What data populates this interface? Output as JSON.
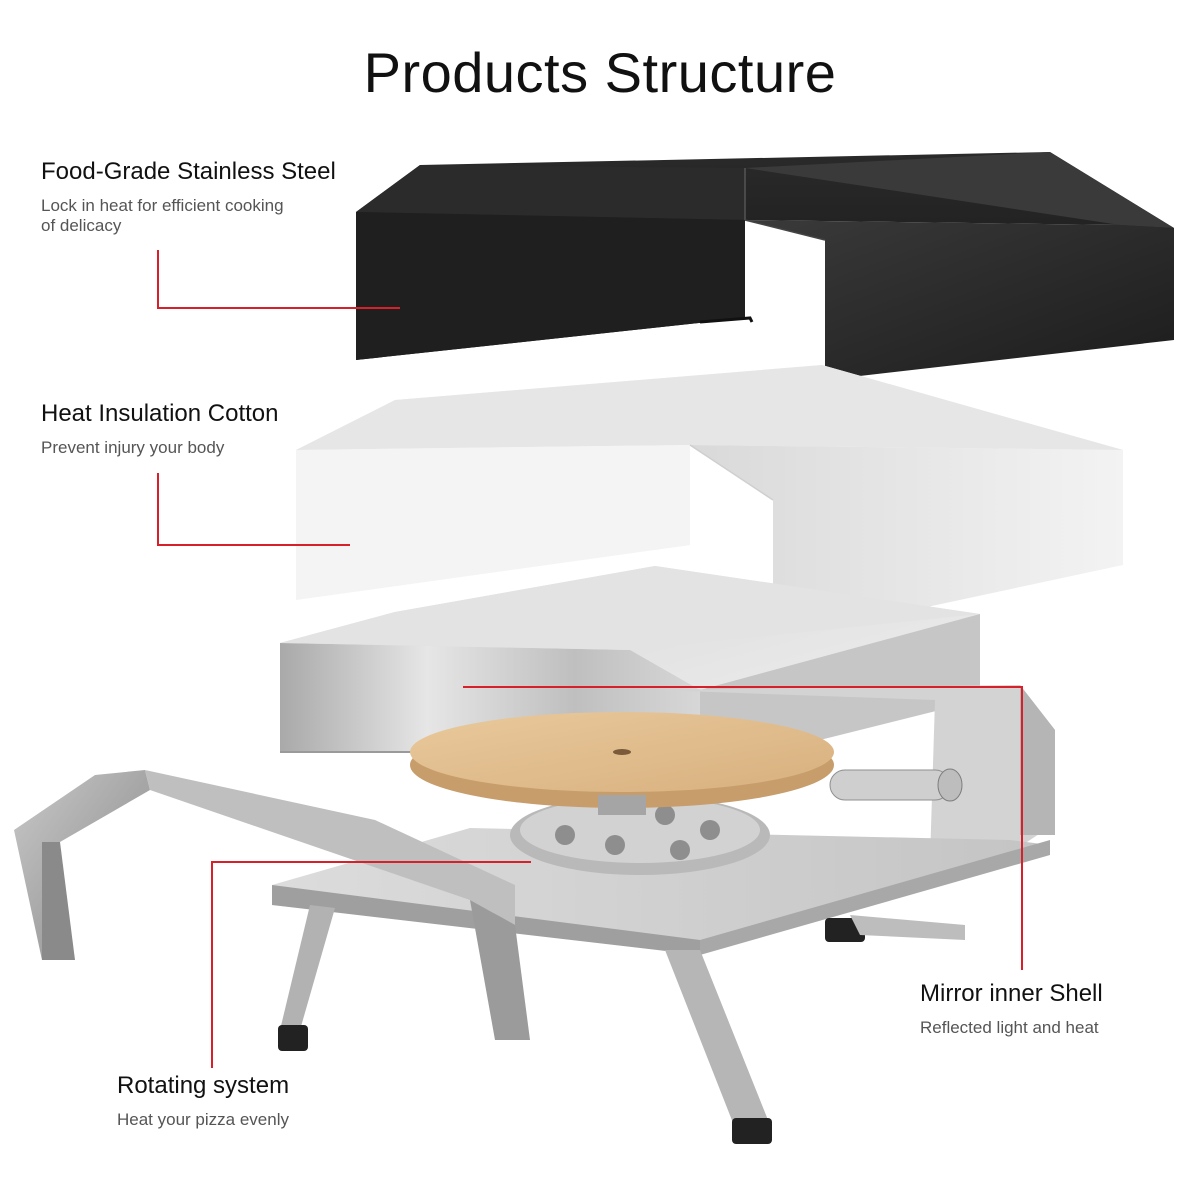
{
  "title": "Products Structure",
  "accent_color": "#d8202a",
  "labels": {
    "steel": {
      "heading": "Food-Grade Stainless Steel",
      "desc": "Lock in heat for efficient cooking of delicacy"
    },
    "cotton": {
      "heading": "Heat Insulation Cotton",
      "desc": "Prevent injury your body"
    },
    "mirror": {
      "heading": "Mirror inner Shell",
      "desc": "Reflected light and heat"
    },
    "rotate": {
      "heading": "Rotating system",
      "desc": "Heat your pizza evenly"
    }
  }
}
